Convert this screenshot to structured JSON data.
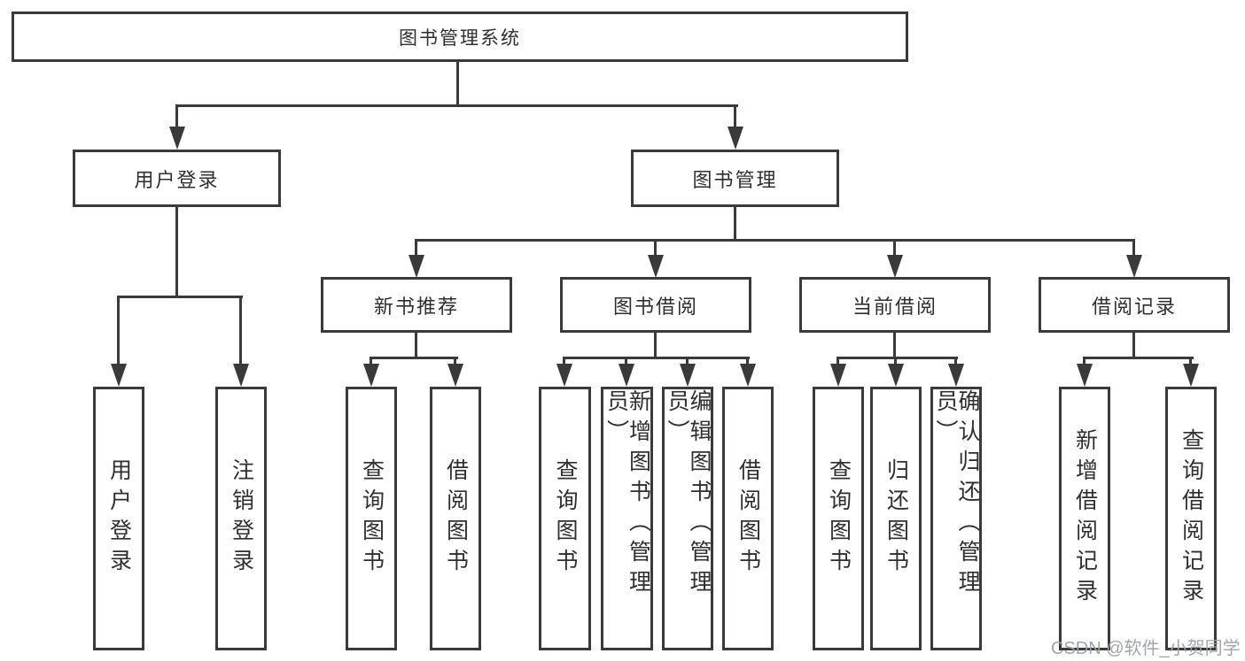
{
  "diagram": {
    "root": {
      "label": "图书管理系统"
    },
    "level2": [
      {
        "label": "用户登录"
      },
      {
        "label": "图书管理"
      }
    ],
    "level3": [
      {
        "label": "新书推荐"
      },
      {
        "label": "图书借阅"
      },
      {
        "label": "当前借阅"
      },
      {
        "label": "借阅记录"
      }
    ],
    "leaves": {
      "user": [
        {
          "label": "用户登录"
        },
        {
          "label": "注销登录"
        }
      ],
      "recommend": [
        {
          "label": "查询图书"
        },
        {
          "label": "借阅图书"
        }
      ],
      "borrow": [
        {
          "label": "查询图书"
        },
        {
          "label": "新增图书（管理员）"
        },
        {
          "label": "编辑图书（管理员）"
        },
        {
          "label": "借阅图书"
        }
      ],
      "current": [
        {
          "label": "查询图书"
        },
        {
          "label": "归还图书"
        },
        {
          "label": "确认归还（管理员）"
        }
      ],
      "records": [
        {
          "label": "新增借阅记录"
        },
        {
          "label": "查询借阅记录"
        }
      ]
    },
    "watermark": "CSDN @软件_小贺同学",
    "colors": {
      "line": "#3a3a3a",
      "text": "#2f2f2f",
      "watermark": "#9aa2ab",
      "background": "#ffffff"
    }
  }
}
